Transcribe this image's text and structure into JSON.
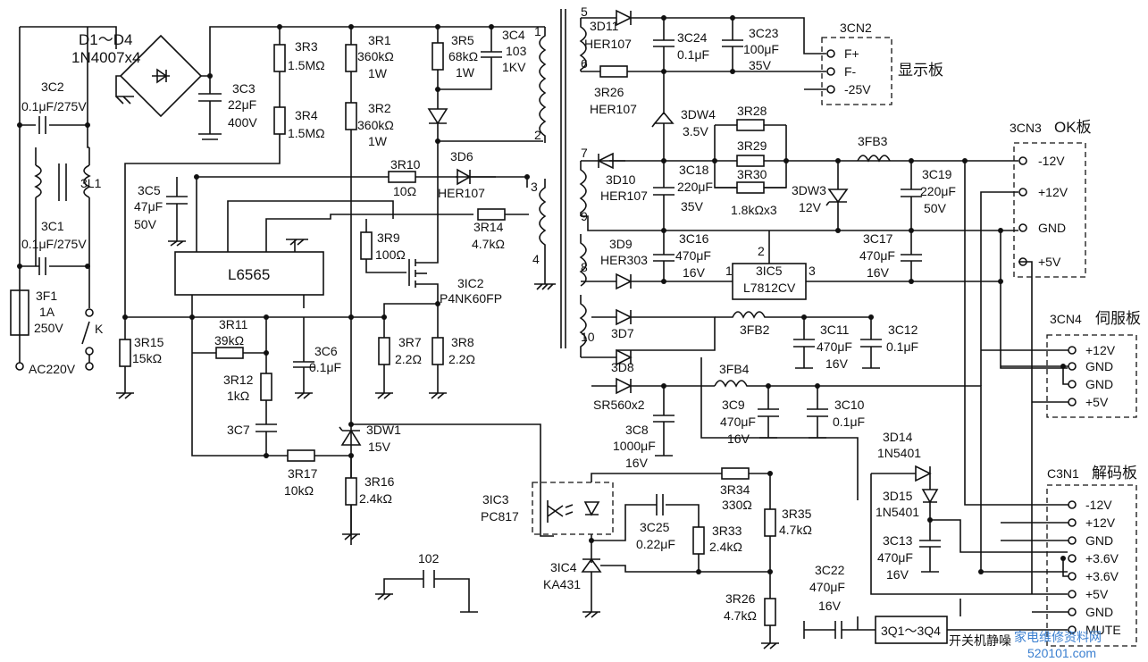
{
  "input": {
    "label": "AC220V",
    "fuse_ref": "3F1",
    "fuse_val": "1A",
    "fuse_volt": "250V",
    "switch": "K"
  },
  "filter": {
    "c1_ref": "3C1",
    "c1_val": "0.1μF/275V",
    "c2_ref": "3C2",
    "c2_val": "0.1μF/275V",
    "l1_ref": "3L1"
  },
  "bridge": {
    "ref": "D1～D4",
    "part": "1N4007x4"
  },
  "caps": {
    "c3": {
      "ref": "3C3",
      "v1": "22μF",
      "v2": "400V"
    },
    "c4": {
      "ref": "3C4",
      "v1": "103",
      "v2": "1KV"
    },
    "c5": {
      "ref": "3C5",
      "v1": "47μF",
      "v2": "50V"
    },
    "c6": {
      "ref": "3C6",
      "v1": "0.1μF"
    },
    "c7": {
      "ref": "3C7"
    },
    "c8": {
      "ref": "3C8",
      "v1": "1000μF",
      "v2": "16V"
    },
    "c9": {
      "ref": "3C9",
      "v1": "470μF",
      "v2": "16V"
    },
    "c10": {
      "ref": "3C10",
      "v1": "0.1μF"
    },
    "c11": {
      "ref": "3C11",
      "v1": "470μF",
      "v2": "16V"
    },
    "c12": {
      "ref": "3C12",
      "v1": "0.1μF"
    },
    "c13": {
      "ref": "3C13",
      "v1": "470μF",
      "v2": "16V"
    },
    "c16": {
      "ref": "3C16",
      "v1": "470μF",
      "v2": "16V"
    },
    "c17": {
      "ref": "3C17",
      "v1": "470μF",
      "v2": "16V"
    },
    "c18": {
      "ref": "3C18",
      "v1": "220μF",
      "v2": "35V"
    },
    "c19": {
      "ref": "3C19",
      "v1": "220μF",
      "v2": "50V"
    },
    "c22": {
      "ref": "3C22",
      "v1": "470μF",
      "v2": "16V"
    },
    "c23": {
      "ref": "3C23",
      "v1": "100μF",
      "v2": "35V"
    },
    "c24": {
      "ref": "3C24",
      "v1": "0.1μF"
    },
    "c25": {
      "ref": "3C25",
      "v1": "0.22μF"
    },
    "c102": {
      "ref": "102"
    }
  },
  "res": {
    "r1": {
      "ref": "3R1",
      "v1": "360kΩ",
      "v2": "1W"
    },
    "r2": {
      "ref": "3R2",
      "v1": "360kΩ",
      "v2": "1W"
    },
    "r3": {
      "ref": "3R3",
      "v1": "1.5MΩ"
    },
    "r4": {
      "ref": "3R4",
      "v1": "1.5MΩ"
    },
    "r5": {
      "ref": "3R5",
      "v1": "68kΩ",
      "v2": "1W"
    },
    "r7": {
      "ref": "3R7",
      "v1": "2.2Ω"
    },
    "r8": {
      "ref": "3R8",
      "v1": "2.2Ω"
    },
    "r9": {
      "ref": "3R9",
      "v1": "100Ω"
    },
    "r10": {
      "ref": "3R10",
      "v1": "10Ω"
    },
    "r11": {
      "ref": "3R11",
      "v1": "39kΩ"
    },
    "r12": {
      "ref": "3R12",
      "v1": "1kΩ"
    },
    "r14": {
      "ref": "3R14",
      "v1": "4.7kΩ"
    },
    "r15": {
      "ref": "3R15",
      "v1": "15kΩ"
    },
    "r16": {
      "ref": "3R16",
      "v1": "2.4kΩ"
    },
    "r17": {
      "ref": "3R17",
      "v1": "10kΩ"
    },
    "r26a": {
      "ref": "3R26",
      "v1": "HER107"
    },
    "r26b": {
      "ref": "3R26",
      "v1": "4.7kΩ"
    },
    "r28": {
      "ref": "3R28"
    },
    "r29": {
      "ref": "3R29"
    },
    "r30": {
      "ref": "3R30",
      "v1": "1.8kΩx3"
    },
    "r33": {
      "ref": "3R33",
      "v1": "2.4kΩ"
    },
    "r34": {
      "ref": "3R34",
      "v1": "330Ω"
    },
    "r35": {
      "ref": "3R35",
      "v1": "4.7kΩ"
    }
  },
  "diodes": {
    "d6": {
      "ref": "3D6",
      "v1": "HER107"
    },
    "d7": {
      "ref": "3D7"
    },
    "d8": {
      "ref": "3D8",
      "v1": "SR560x2"
    },
    "d9": {
      "ref": "3D9",
      "v1": "HER303"
    },
    "d10": {
      "ref": "3D10",
      "v1": "HER107"
    },
    "d11": {
      "ref": "3D11",
      "v1": "HER107"
    },
    "d14": {
      "ref": "3D14",
      "v1": "1N5401"
    },
    "d15": {
      "ref": "3D15",
      "v1": "1N5401"
    },
    "dw1": {
      "ref": "3DW1",
      "v1": "15V"
    },
    "dw3": {
      "ref": "3DW3",
      "v1": "12V"
    },
    "dw4": {
      "ref": "3DW4",
      "v1": "3.5V"
    }
  },
  "ics": {
    "ic1": {
      "part": "L6565"
    },
    "ic2": {
      "ref": "3IC2",
      "part": "P4NK60FP"
    },
    "ic3": {
      "ref": "3IC3",
      "part": "PC817"
    },
    "ic4": {
      "ref": "3IC4",
      "part": "KA431"
    },
    "ic5": {
      "ref": "3IC5",
      "part": "L7812CV",
      "p1": "1",
      "p2": "2",
      "p3": "3"
    },
    "q": {
      "part": "3Q1～3Q4",
      "label": "开关机静噪"
    }
  },
  "beads": {
    "fb2": "3FB2",
    "fb3": "3FB3",
    "fb4": "3FB4"
  },
  "transformer_pins": [
    "1",
    "2",
    "3",
    "4",
    "5",
    "6",
    "7",
    "8",
    "9",
    "10"
  ],
  "connectors": {
    "cn2": {
      "ref": "3CN2",
      "title": "显示板",
      "pins": [
        "F+",
        "F-",
        "-25V"
      ]
    },
    "cn3": {
      "ref": "3CN3",
      "title": "OK板",
      "pins": [
        "-12V",
        "+12V",
        "GND",
        "+5V"
      ]
    },
    "cn4": {
      "ref": "3CN4",
      "title": "伺服板",
      "pins": [
        "+12V",
        "GND",
        "GND",
        "+5V"
      ]
    },
    "cn1": {
      "ref": "C3N1",
      "title": "解码板",
      "pins": [
        "-12V",
        "+12V",
        "GND",
        "+3.6V",
        "+3.6V",
        "+5V",
        "GND",
        "MUTE"
      ]
    }
  },
  "watermark": {
    "text": "家电维修资料网",
    "url": "520101.com"
  }
}
